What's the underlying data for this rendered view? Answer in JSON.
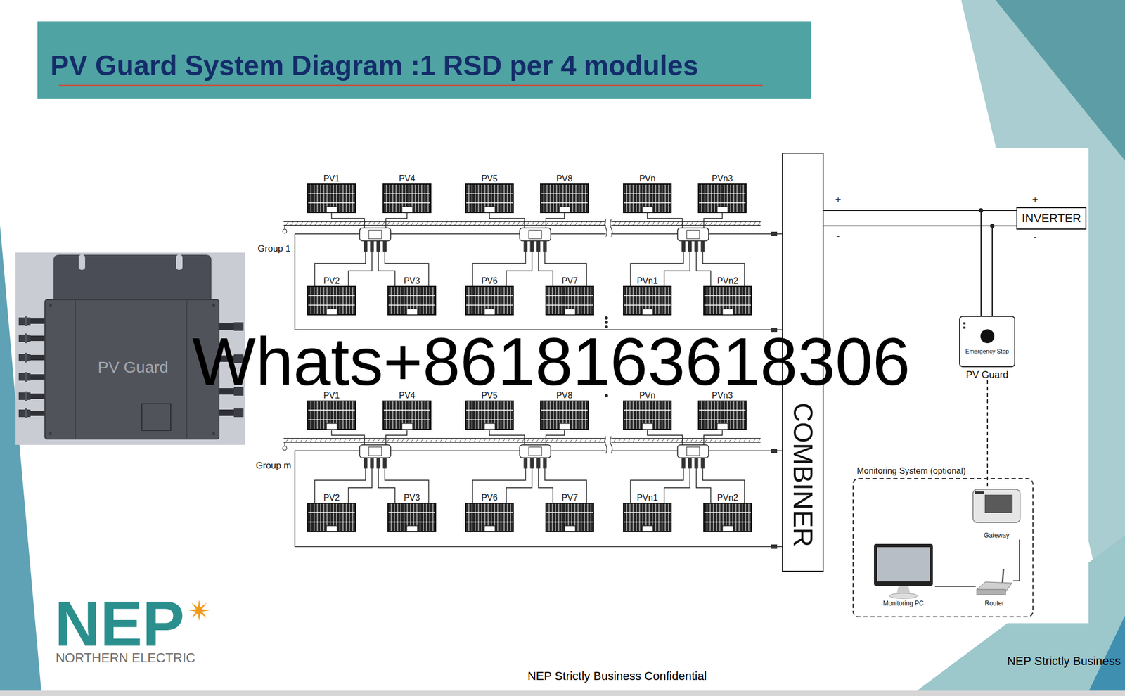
{
  "diagram": {
    "title": "PV Guard System Diagram :1 RSD per 4 modules",
    "nodes": [
      {
        "text": [
          "PV Guard"
        ]
      },
      {
        "text": [
          "PV1"
        ]
      },
      {
        "text": [
          "PV4"
        ]
      },
      {
        "text": [
          "PV5"
        ]
      },
      {
        "text": [
          "PV8"
        ]
      },
      {
        "text": [
          "PVn"
        ]
      },
      {
        "text": [
          "PVn3"
        ]
      },
      {
        "text": [
          "PV2"
        ]
      },
      {
        "text": [
          "PV3"
        ]
      },
      {
        "text": [
          "PV6"
        ]
      },
      {
        "text": [
          "PV7"
        ]
      },
      {
        "text": [
          "PVn1"
        ]
      },
      {
        "text": [
          "PVn2"
        ]
      },
      {
        "text": [
          "PV1"
        ]
      },
      {
        "text": [
          "PV4"
        ]
      },
      {
        "text": [
          "PV5"
        ]
      },
      {
        "text": [
          "PV8"
        ]
      },
      {
        "text": [
          "PVn"
        ]
      },
      {
        "text": [
          "PVn3"
        ]
      },
      {
        "text": [
          "PV2"
        ]
      },
      {
        "text": [
          "PV3"
        ]
      },
      {
        "text": [
          "PV6"
        ]
      },
      {
        "text": [
          "PV7"
        ]
      },
      {
        "text": [
          "PVn1"
        ]
      },
      {
        "text": [
          "PVn2"
        ]
      },
      {
        "text": [
          "COMBINER"
        ]
      },
      {
        "text": [
          "INVERTER"
        ]
      },
      {
        "text": [
          "Emergency Stop",
          "PV Guard"
        ]
      },
      {
        "text": [
          "Monitoring System (optional)"
        ]
      },
      {
        "text": [
          "Gateway"
        ],
        "in": 28
      },
      {
        "text": [
          "Monitoring PC"
        ],
        "in": 28
      },
      {
        "text": [
          "Router"
        ],
        "in": 28
      }
    ],
    "edges": [
      {
        "from": 25,
        "to": 26,
        "arrow": "none"
      },
      {
        "from": 25,
        "to": 26,
        "arrow": "none"
      },
      {
        "from": 25,
        "to": 27,
        "arrow": "none"
      },
      {
        "from": 25,
        "to": 27,
        "arrow": "none"
      },
      {
        "from": 27,
        "to": 29,
        "arrow": "none"
      },
      {
        "from": 29,
        "to": 31,
        "arrow": "none"
      },
      {
        "from": 31,
        "to": 30,
        "arrow": "none"
      }
    ],
    "labels": [
      "Group 1",
      "Group m",
      "+",
      "-",
      "+",
      "-",
      "Whats+8618163618306",
      "NEP",
      "NORTHERN ELECTRIC",
      "NEP Strictly Business Confidential",
      "NEP Strictly Business"
    ]
  }
}
